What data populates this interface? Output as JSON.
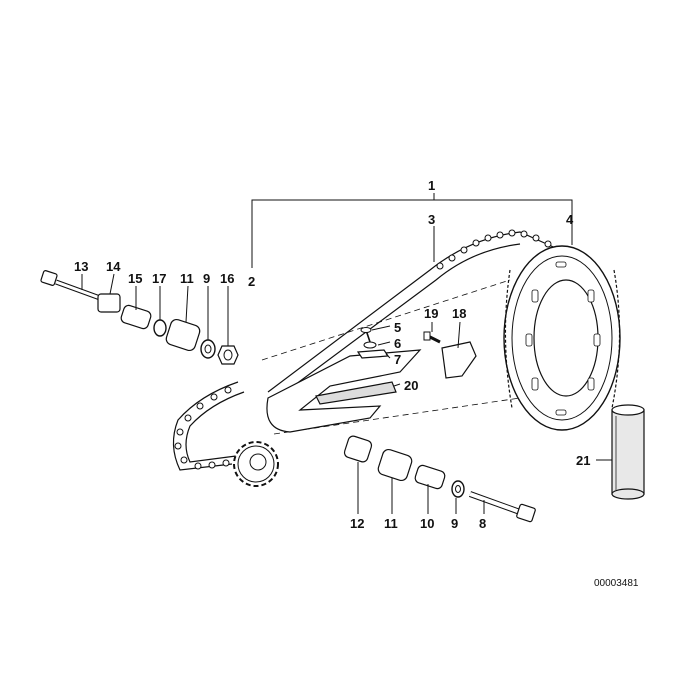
{
  "callouts": {
    "c1": "1",
    "c2": "2",
    "c3": "3",
    "c4": "4",
    "c5": "5",
    "c6": "6",
    "c7": "7",
    "c8": "8",
    "c9a": "9",
    "c9b": "9",
    "c10": "10",
    "c11a": "11",
    "c11b": "11",
    "c12": "12",
    "c13": "13",
    "c14": "14",
    "c15": "15",
    "c16": "16",
    "c17": "17",
    "c18": "18",
    "c19": "19",
    "c20": "20",
    "c21": "21"
  },
  "document_number": "00003481"
}
